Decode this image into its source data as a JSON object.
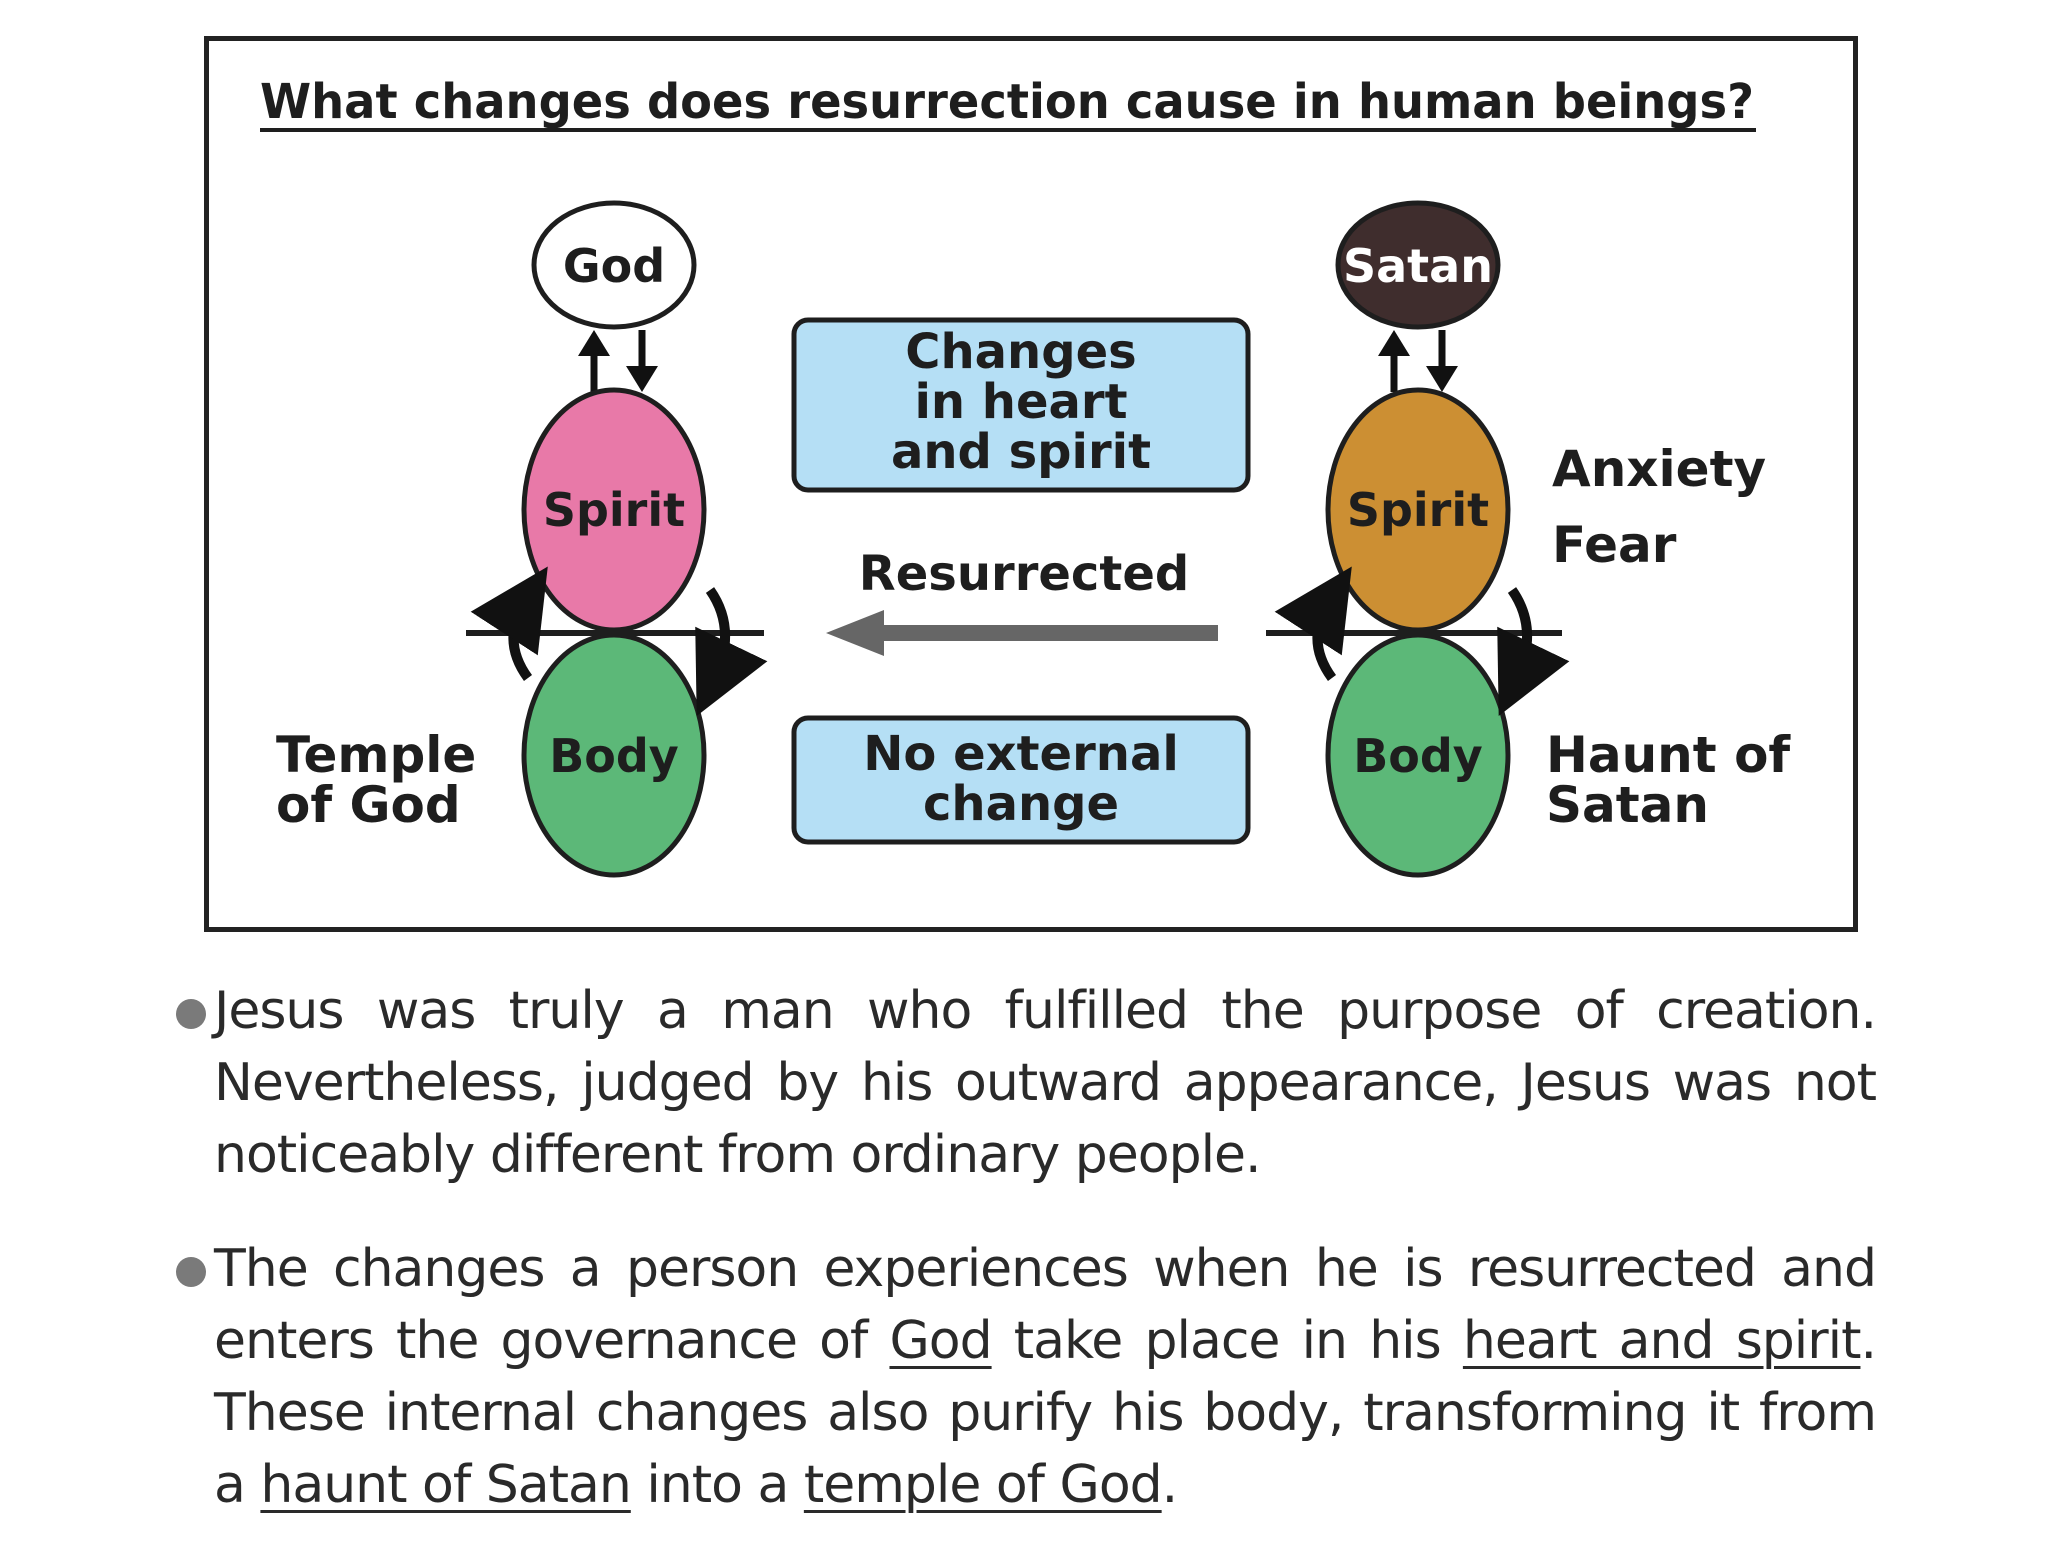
{
  "diagram": {
    "title": "What changes does resurrection cause in human beings?",
    "left_figure": {
      "top_label": "God",
      "upper_label": "Spirit",
      "lower_label": "Body",
      "side_label_line1": "Temple",
      "side_label_line2": "of God",
      "colors": {
        "top": "#ffffff",
        "upper": "#e879a8",
        "lower": "#5cb878"
      }
    },
    "right_figure": {
      "top_label": "Satan",
      "upper_label": "Spirit",
      "lower_label": "Body",
      "emotion_1": "Anxiety",
      "emotion_2": "Fear",
      "side_label_line1": "Haunt of",
      "side_label_line2": "Satan",
      "colors": {
        "top": "#3f2d2d",
        "upper": "#cc8f33",
        "lower": "#5cb878"
      }
    },
    "center": {
      "top_box_line1": "Changes",
      "top_box_line2": "in heart",
      "top_box_line3": "and spirit",
      "arrow_label": "Resurrected",
      "bottom_box_line1": "No external",
      "bottom_box_line2": "change",
      "box_color": "#b5dff5",
      "arrow_color": "#666666"
    }
  },
  "paragraphs": {
    "p1": "Jesus was truly a man who fulfilled the purpose of creation. Nevertheless, judged by his outward appearance, Jesus was not noticeably different from ordinary people.",
    "p2": {
      "s1": "The changes a person experiences when he is resurrected and enters the governance of ",
      "u1": "God",
      "s2": " take place in his ",
      "u2": "heart and spirit",
      "s3": ". These internal changes also purify his body, transforming it from a ",
      "u3": "haunt of Satan",
      "s4": " into a ",
      "u4": "temple of God",
      "s5": "."
    }
  }
}
